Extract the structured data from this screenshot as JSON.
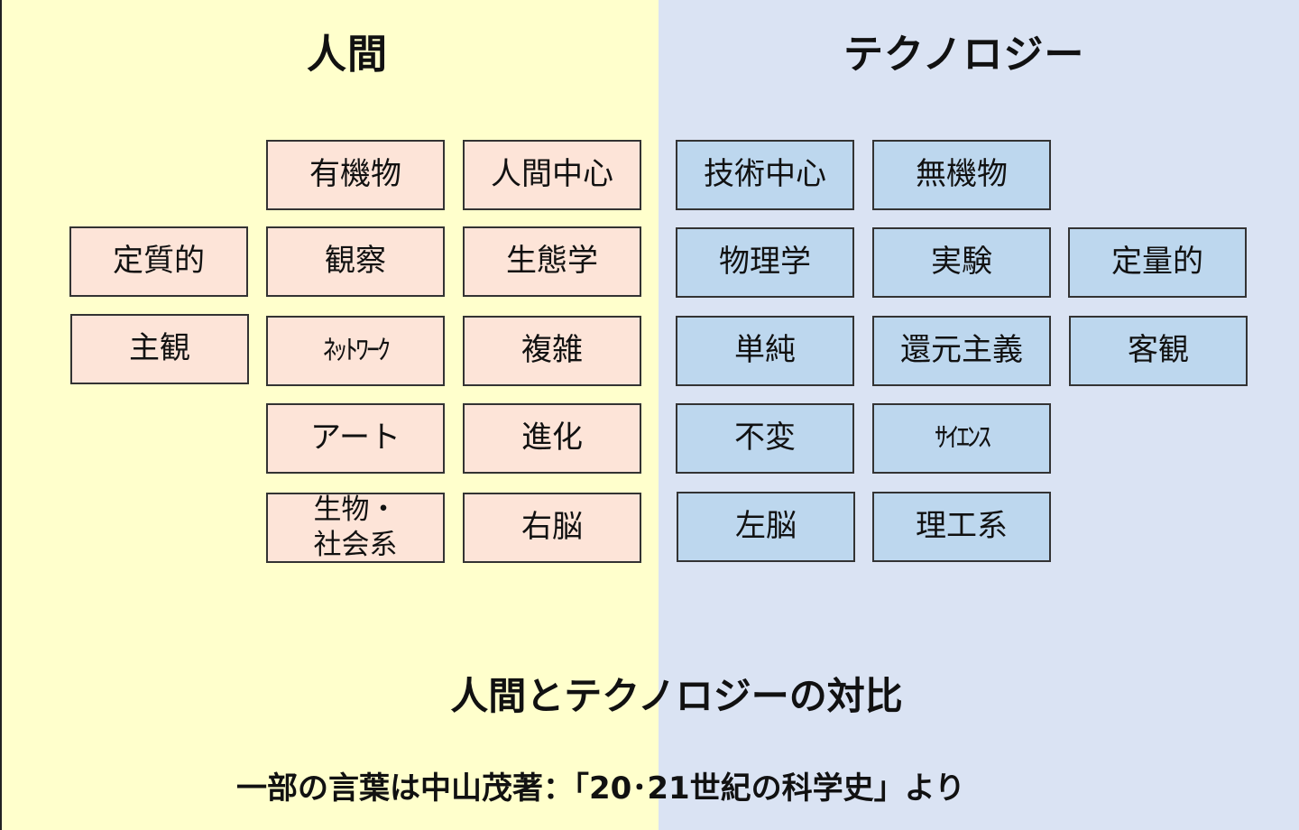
{
  "headings": {
    "human": "人間",
    "technology": "テクノロジー"
  },
  "human_terms": {
    "organic": "有機物",
    "human_centered": "人間中心",
    "qualitative": "定質的",
    "observation": "観察",
    "ecology": "生態学",
    "subjective": "主観",
    "network": "ﾈｯﾄﾜｰｸ",
    "complex": "複雑",
    "art": "アート",
    "evolution": "進化",
    "bio_social_line1": "生物・",
    "bio_social_line2": "社会系",
    "right_brain": "右脳"
  },
  "technology_terms": {
    "tech_centered": "技術中心",
    "inorganic": "無機物",
    "physics": "物理学",
    "experiment": "実験",
    "quantitative": "定量的",
    "simple": "単純",
    "reductionism": "還元主義",
    "objective": "客観",
    "invariant": "不変",
    "science": "ｻｲｴﾝｽ",
    "left_brain": "左脳",
    "science_engineering": "理工系"
  },
  "caption": "人間とテクノロジーの対比",
  "source_note": "一部の言葉は中山茂著：「20･21世紀の科学史」より",
  "colors": {
    "human_background": "#ffffcc",
    "technology_background": "#dae3f3",
    "human_box": "#fde4d8",
    "technology_box": "#bdd7ee"
  }
}
